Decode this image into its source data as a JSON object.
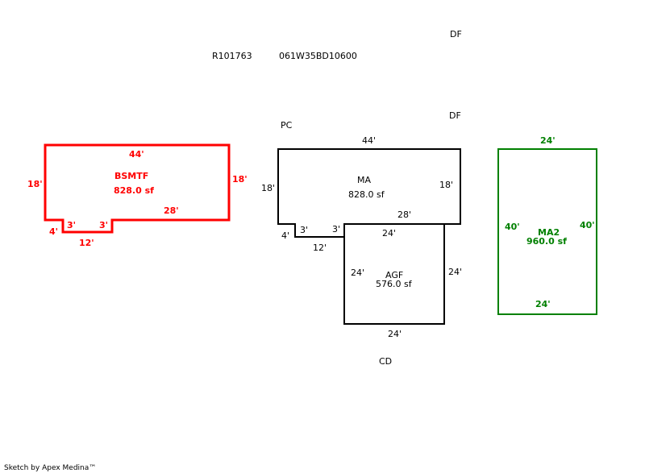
{
  "header": {
    "account_id": "R101763",
    "map_id": "061W35BD10600",
    "df_top": "DF",
    "df_mid": "DF",
    "pc_label": "PC",
    "cd_label": "CD"
  },
  "footer": {
    "credit": "Sketch by Apex Medina™"
  },
  "colors": {
    "basement": "#ff0000",
    "main": "#000000",
    "ma2": "#008000"
  },
  "basement": {
    "code": "BSMTF",
    "area": "828.0 sf",
    "dims": {
      "top": "44'",
      "left": "18'",
      "right": "18'",
      "bottom_right": "28'",
      "notch_left": "3'",
      "notch_right": "3'",
      "notch_height": "4'",
      "notch_bottom": "12'"
    }
  },
  "main": {
    "code": "MA",
    "area": "828.0 sf",
    "dims": {
      "top": "44'",
      "left": "18'",
      "right": "18'",
      "bottom_right": "28'",
      "notch_left": "3'",
      "notch_right": "3'",
      "notch_height": "4'",
      "notch_bottom": "12'"
    }
  },
  "garage": {
    "code": "AGF",
    "area": "576.0 sf",
    "dims": {
      "top": "24'",
      "left": "24'",
      "right": "24'",
      "bottom": "24'"
    }
  },
  "ma2": {
    "code": "MA2",
    "area": "960.0 sf",
    "dims": {
      "top": "24'",
      "left": "40'",
      "right": "40'",
      "bottom": "24'"
    }
  }
}
